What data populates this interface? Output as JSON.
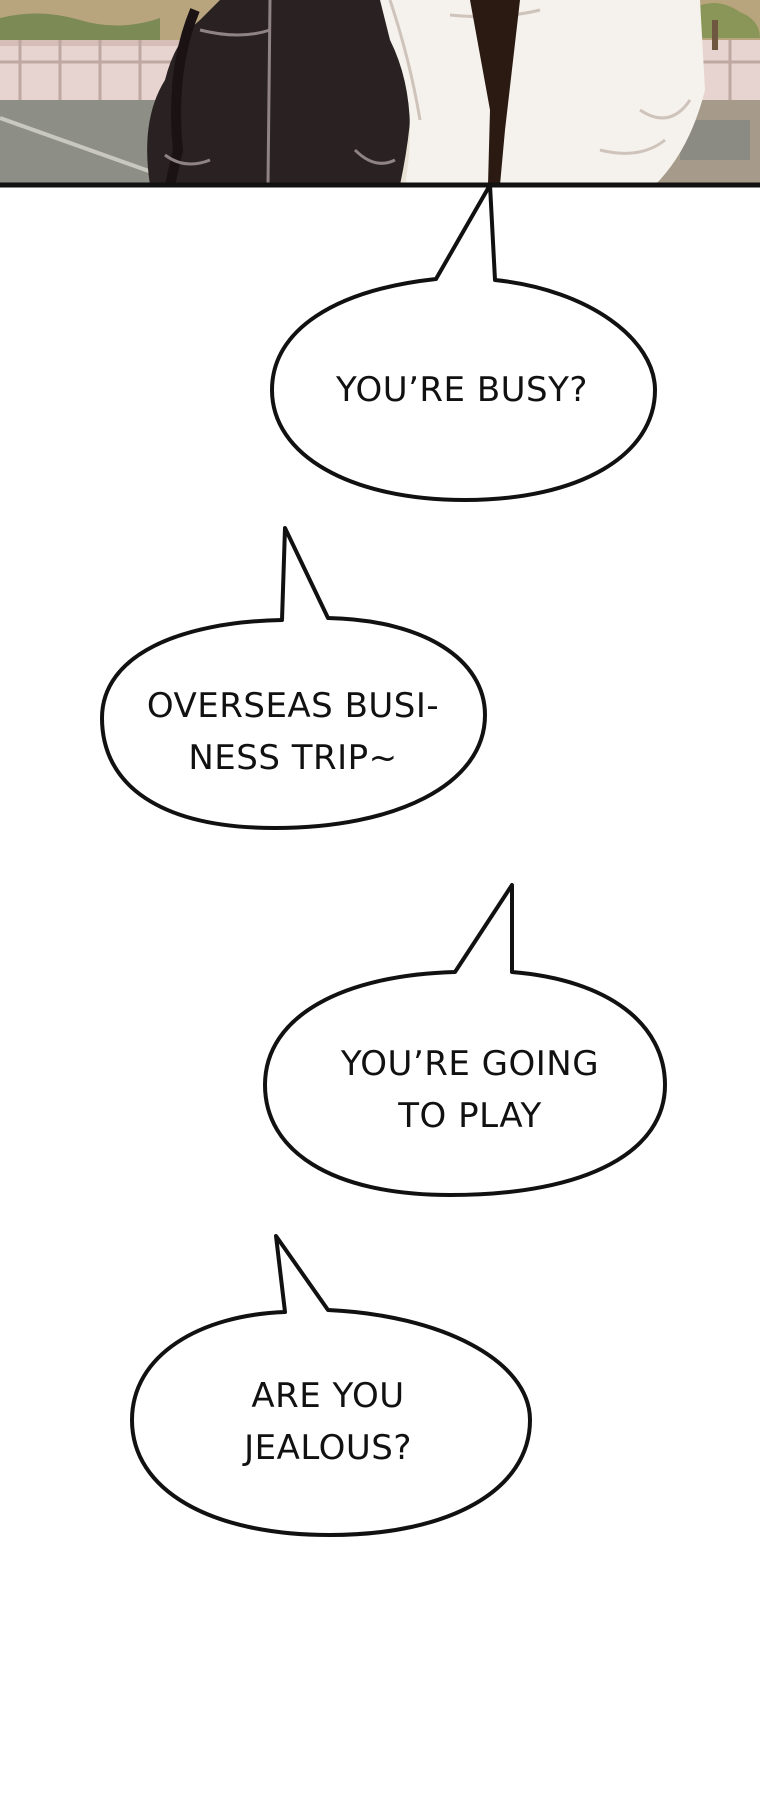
{
  "panel": {
    "background": "#ffffff",
    "ink": "#111111",
    "scene_palette": {
      "ground": "#8d8f86",
      "fence": "#e7d3cf",
      "jacket": "#2a2122",
      "shirt": "#f5f1ec",
      "hair": "#2b1a12"
    }
  },
  "bubbles": [
    {
      "lines": [
        "YOU’RE BUSY?"
      ]
    },
    {
      "lines": [
        "OVERSEAS BUSI-",
        "NESS TRIP~"
      ]
    },
    {
      "lines": [
        "YOU’RE GOING",
        "TO PLAY"
      ]
    },
    {
      "lines": [
        "ARE YOU",
        "JEALOUS?"
      ]
    }
  ]
}
